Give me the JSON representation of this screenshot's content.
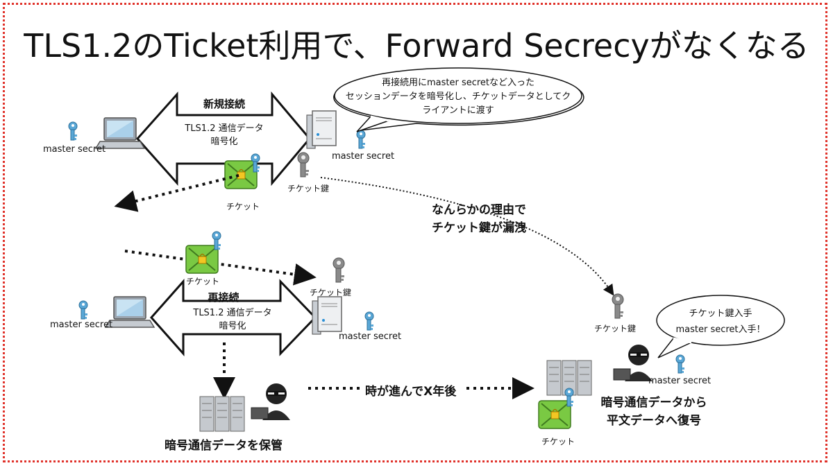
{
  "title": "TLS1.2のTicket利用で、Forward Secrecyがなくなる",
  "new_connection": {
    "heading": "新規接続",
    "line1": "TLS1.2 通信データ",
    "line2": "暗号化"
  },
  "reconnection": {
    "heading": "再接続",
    "line1": "TLS1.2 通信データ",
    "line2": "暗号化"
  },
  "labels": {
    "master_secret": "master secret",
    "ticket_key": "チケット鍵",
    "ticket": "チケット",
    "leak_line1": "なんらかの理由で",
    "leak_line2": "チケット鍵が漏洩",
    "store": "暗号通信データを保管",
    "time_passes": "時が進んでX年後",
    "decrypt_line1": "暗号通信データから",
    "decrypt_line2": "平文データへ復号"
  },
  "server_bubble": {
    "line1": "再接続用にmaster secretなど入った",
    "line2": "セッションデータを暗号化し、チケットデータとしてク",
    "line3": "ライアントに渡す"
  },
  "attacker_bubble": {
    "line1": "チケット鍵入手",
    "line2": "master secret入手！"
  },
  "colors": {
    "frame": "#e0322a",
    "ticket_green": "#7ac943",
    "key_blue": "#5aa7d6",
    "key_gray": "#7a7a7a"
  }
}
